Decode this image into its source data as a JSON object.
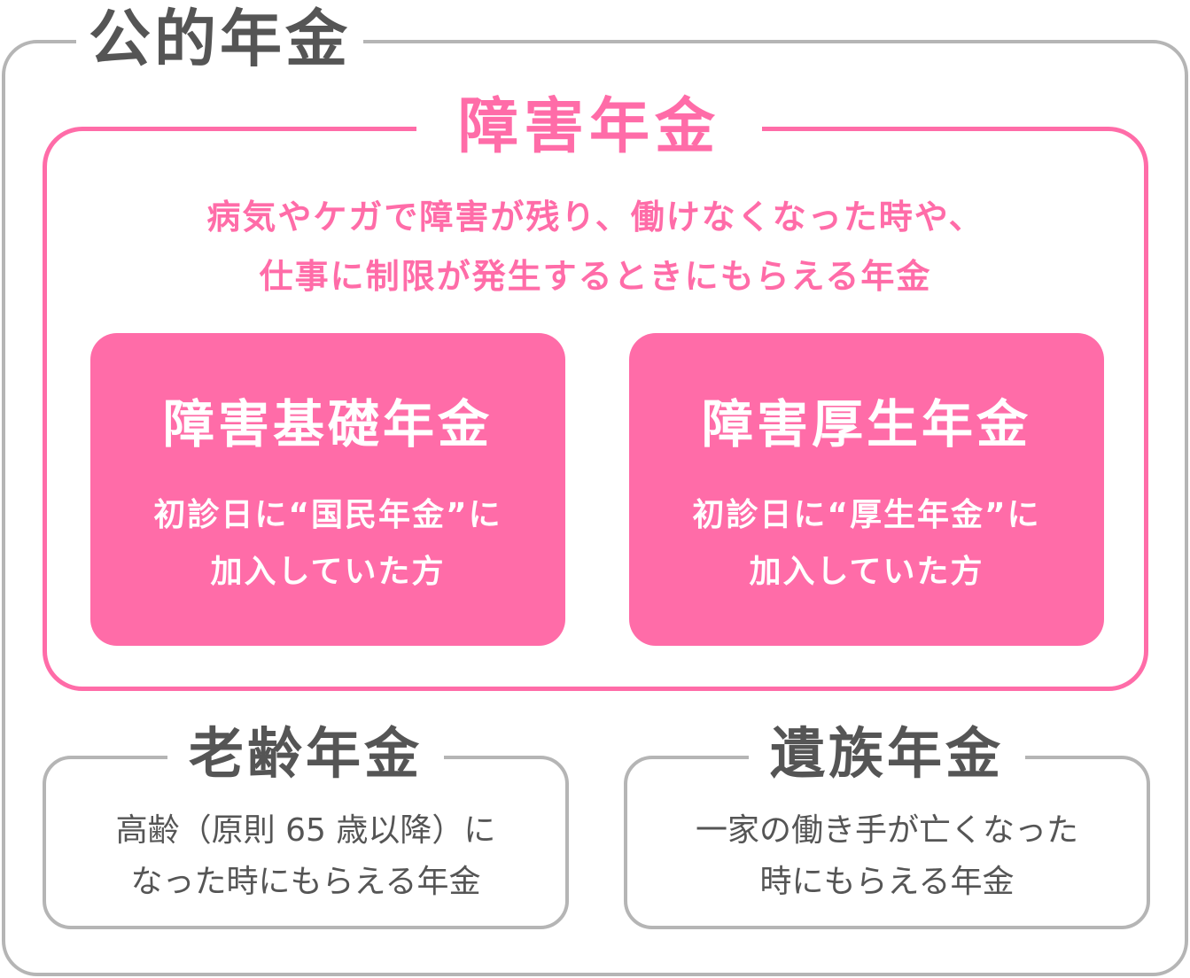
{
  "title": "公的年金",
  "disability": {
    "title": "障害年金",
    "description": [
      "病気やケガで障害が残り、働けなくなった時や、",
      "仕事に制限が発生するときにもらえる年金"
    ],
    "cards": [
      {
        "title": "障害基礎年金",
        "lines": [
          "初診日に“国民年金”に",
          "加入していた方"
        ]
      },
      {
        "title": "障害厚生年金",
        "lines": [
          "初診日に“厚生年金”に",
          "加入していた方"
        ]
      }
    ]
  },
  "old_age": {
    "title": "老齢年金",
    "lines": [
      "高齢（原則 65 歳以降）に",
      "なった時にもらえる年金"
    ]
  },
  "survivor": {
    "title": "遺族年金",
    "lines": [
      "一家の働き手が亡くなった",
      "時にもらえる年金"
    ]
  },
  "colors": {
    "pink": "#ff6ca8",
    "gray": "#b5b5b5",
    "text": "#555555"
  }
}
